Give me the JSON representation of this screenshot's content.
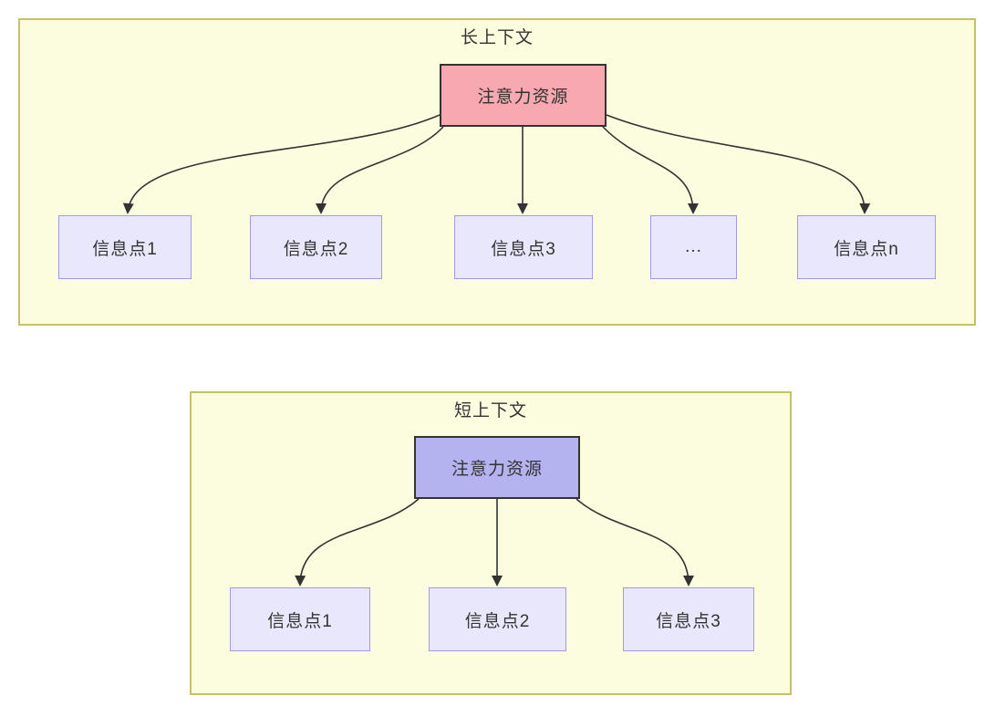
{
  "long_context": {
    "title": "长上下文",
    "source": "注意力资源",
    "targets": [
      "信息点1",
      "信息点2",
      "信息点3",
      "...",
      "信息点n"
    ]
  },
  "short_context": {
    "title": "短上下文",
    "source": "注意力资源",
    "targets": [
      "信息点1",
      "信息点2",
      "信息点3"
    ]
  },
  "colors": {
    "page_bg": "#ffffff",
    "container_fill": "#fcfcdf",
    "container_border": "#c3c26b",
    "long_source_fill": "#f7a8b0",
    "short_source_fill": "#b5b2f0",
    "source_border": "#333333",
    "target_fill": "#e9e7fc",
    "target_border": "#a498ec",
    "arrow_color": "#333333",
    "text_color": "#333333"
  }
}
